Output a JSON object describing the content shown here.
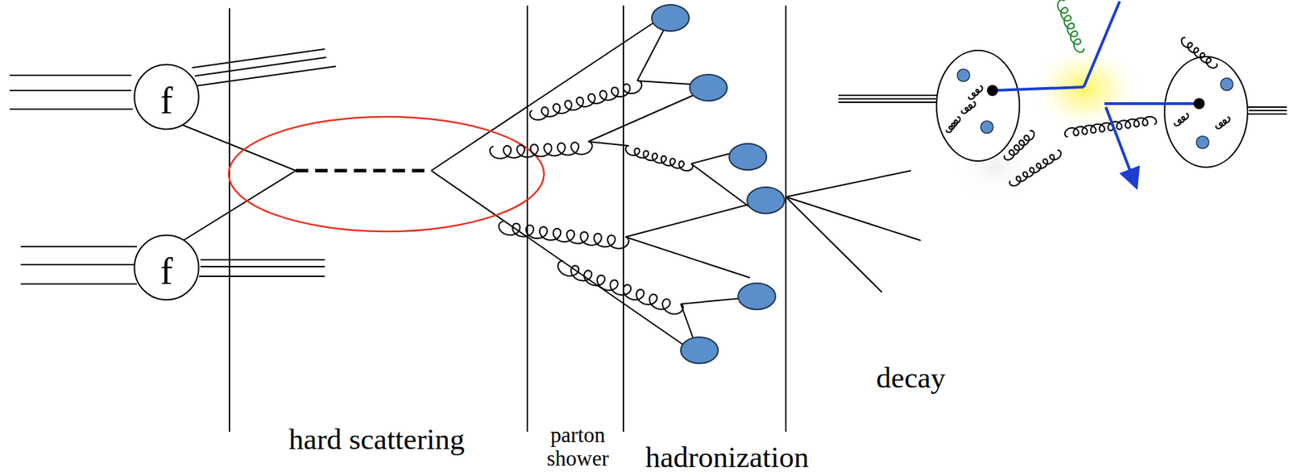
{
  "diagram": {
    "nodes": [
      {
        "text": [
          "f"
        ]
      },
      {
        "text": [
          "f"
        ]
      }
    ],
    "labels": [
      "hard scattering",
      "parton shower",
      "hadronization",
      "decay"
    ]
  }
}
